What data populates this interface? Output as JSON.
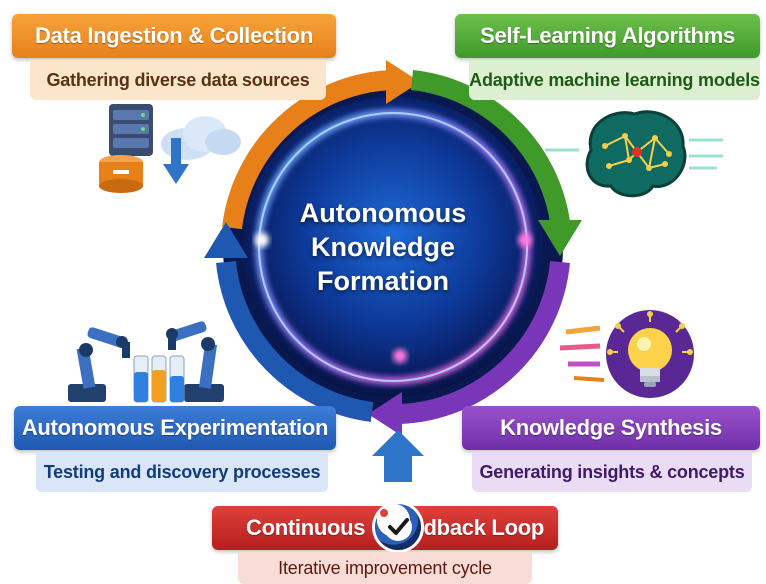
{
  "center": {
    "title_lines": [
      "Autonomous",
      "Knowledge",
      "Formation"
    ]
  },
  "stages": {
    "ingestion": {
      "title": "Data Ingestion & Collection",
      "subtitle": "Gathering diverse data sources",
      "icon": "database-cloud-icon",
      "color": "#e8801a"
    },
    "learning": {
      "title": "Self-Learning Algorithms",
      "subtitle": "Adaptive machine learning models",
      "icon": "neural-brain-icon",
      "color": "#3f9a2a"
    },
    "synthesis": {
      "title": "Knowledge Synthesis",
      "subtitle": "Generating insights & concepts",
      "icon": "lightbulb-icon",
      "color": "#6f2fa8"
    },
    "experimentation": {
      "title": "Autonomous Experimentation",
      "subtitle": "Testing and discovery processes",
      "icon": "robot-arms-test-tubes-icon",
      "color": "#1f58b0"
    },
    "feedback": {
      "title_left": "Continuous",
      "title_right": "Feedback Loop",
      "subtitle": "Iterative improvement cycle",
      "icon": "checkmark-loop-icon",
      "color": "#b51f1f"
    }
  }
}
